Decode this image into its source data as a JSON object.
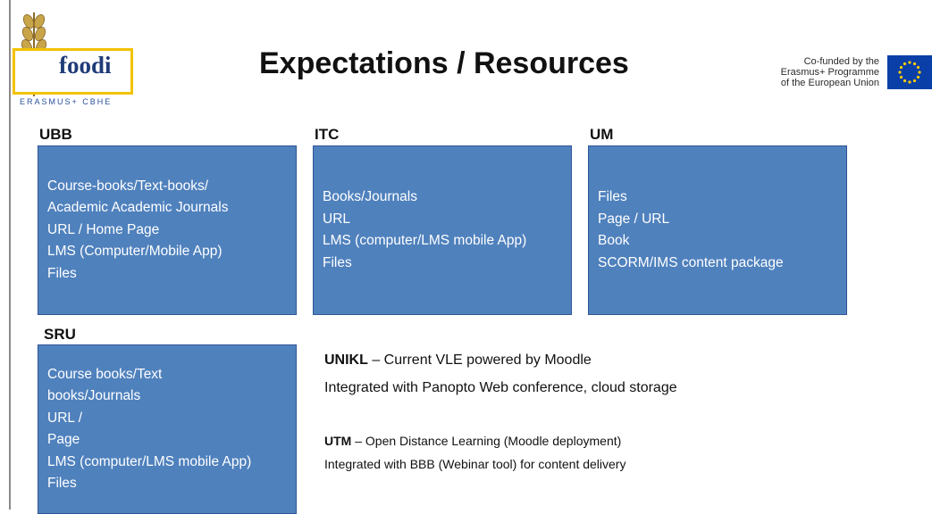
{
  "logo": {
    "name": "foodi",
    "sub": "ERASMUS+ CBHE"
  },
  "title": "Expectations / Resources",
  "eu_notice": {
    "lines": [
      "Co-funded by the",
      "Erasmus+ Programme",
      "of the European Union"
    ]
  },
  "institutions": [
    {
      "label": "UBB",
      "lines": [
        "Course-books/Text-books/",
        "Academic Academic Journals",
        "URL / Home Page",
        "LMS (Computer/Mobile App)",
        "Files"
      ]
    },
    {
      "label": "ITC",
      "lines": [
        "Books/Journals",
        "URL",
        "LMS (computer/LMS mobile App)",
        "Files"
      ]
    },
    {
      "label": "UM",
      "lines": [
        "Files",
        "Page / URL",
        "Book",
        "SCORM/IMS content package"
      ]
    },
    {
      "label": "SRU",
      "lines": [
        "Course books/Text",
        "books/Journals",
        "URL /",
        "Page",
        "LMS (computer/LMS mobile App)",
        "Files"
      ]
    }
  ],
  "notes": {
    "unikl": {
      "name": "UNIKL",
      "desc": " – Current VLE powered by Moodle",
      "detail": "Integrated with Panopto Web conference, cloud storage"
    },
    "utm": {
      "name": "UTM",
      "desc": " – Open Distance Learning (Moodle deployment)",
      "detail": "Integrated with BBB (Webinar tool) for content delivery"
    }
  },
  "colors": {
    "box_fill": "#4f81bd",
    "box_border": "#2f5597",
    "logo_frame": "#f2c200",
    "eu_blue": "#0a3fa8",
    "eu_star": "#ffcc00"
  }
}
